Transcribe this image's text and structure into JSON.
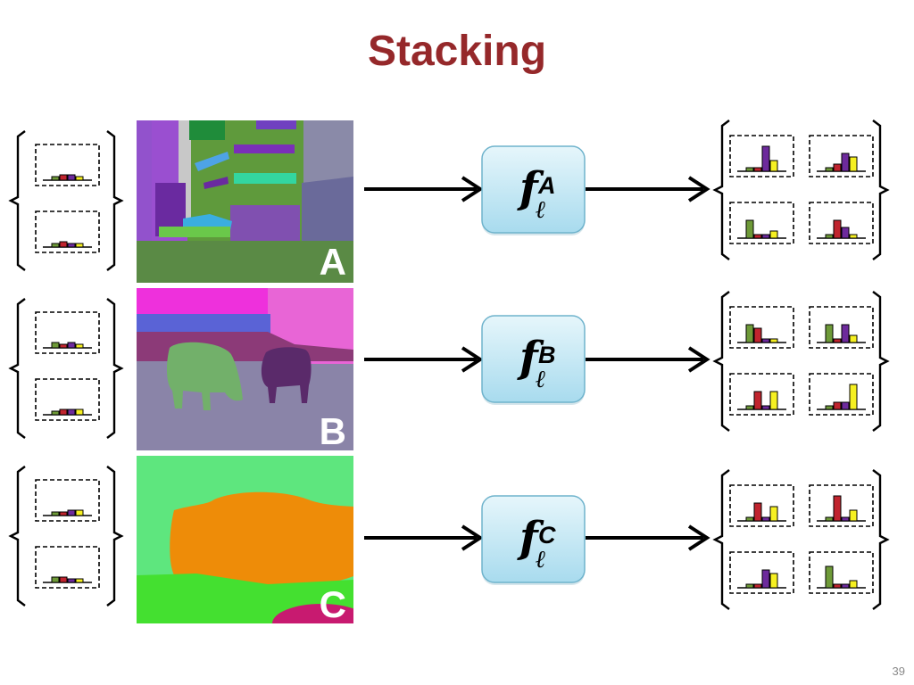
{
  "slide": {
    "title": "Stacking",
    "page_number": "39"
  },
  "colors": {
    "title": "#95282a",
    "func_box_top": "#e6f6fb",
    "func_box_bottom": "#a8dbee",
    "func_box_border": "#6fb3cc",
    "bar_green": "#6e9a38",
    "bar_red": "#c0242e",
    "bar_purple": "#6d2a9c",
    "bar_yellow": "#f6f021"
  },
  "rows": [
    {
      "label": "A",
      "function": {
        "symbol": "f",
        "subscript": "ℓ",
        "superscript": "A"
      },
      "input_hists": [
        [
          2,
          3,
          3,
          2
        ],
        [
          2,
          3,
          2,
          2
        ]
      ],
      "output_hists": [
        [
          1,
          1,
          7,
          3
        ],
        [
          1,
          2,
          5,
          4
        ],
        [
          5,
          1,
          1,
          2
        ],
        [
          1,
          5,
          3,
          1
        ]
      ]
    },
    {
      "label": "B",
      "function": {
        "symbol": "f",
        "subscript": "ℓ",
        "superscript": "B"
      },
      "input_hists": [
        [
          3,
          2,
          3,
          2
        ],
        [
          2,
          3,
          3,
          3
        ]
      ],
      "output_hists": [
        [
          5,
          4,
          1,
          1
        ],
        [
          5,
          1,
          5,
          2
        ],
        [
          1,
          5,
          1,
          5
        ],
        [
          1,
          2,
          2,
          7
        ]
      ]
    },
    {
      "label": "C",
      "function": {
        "symbol": "f",
        "subscript": "ℓ",
        "superscript": "C"
      },
      "input_hists": [
        [
          2,
          2,
          3,
          3
        ],
        [
          3,
          3,
          2,
          2
        ]
      ],
      "output_hists": [
        [
          1,
          5,
          1,
          4
        ],
        [
          1,
          7,
          1,
          3
        ],
        [
          1,
          1,
          5,
          4
        ],
        [
          6,
          1,
          1,
          2
        ]
      ]
    }
  ]
}
